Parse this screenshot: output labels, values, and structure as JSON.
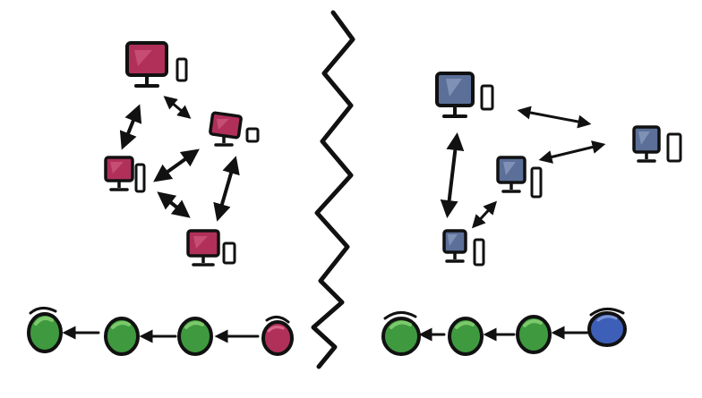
{
  "colors": {
    "ink": "#111111",
    "screen_red": "#b0305a",
    "screen_red_highlight": "#d9668a",
    "screen_blue": "#5b6f98",
    "screen_blue_highlight": "#8fa0c2",
    "block_green": "#3f9a3f",
    "block_green_highlight": "#7cc86b",
    "block_red": "#b0305a",
    "block_blue": "#3d5fb8",
    "paper": "#ffffff"
  },
  "icons": {
    "computer": "desktop-computer-icon",
    "block": "chain-block-icon",
    "arrow": "double-headed-arrow-icon",
    "divider": "zigzag-divider"
  },
  "left_network": {
    "node_color": "red",
    "node_count": 4
  },
  "right_network": {
    "node_color": "blue",
    "node_count": 4
  },
  "left_chain": {
    "blocks": [
      "green",
      "green",
      "green",
      "red"
    ]
  },
  "right_chain": {
    "blocks": [
      "green",
      "green",
      "green",
      "blue"
    ]
  }
}
